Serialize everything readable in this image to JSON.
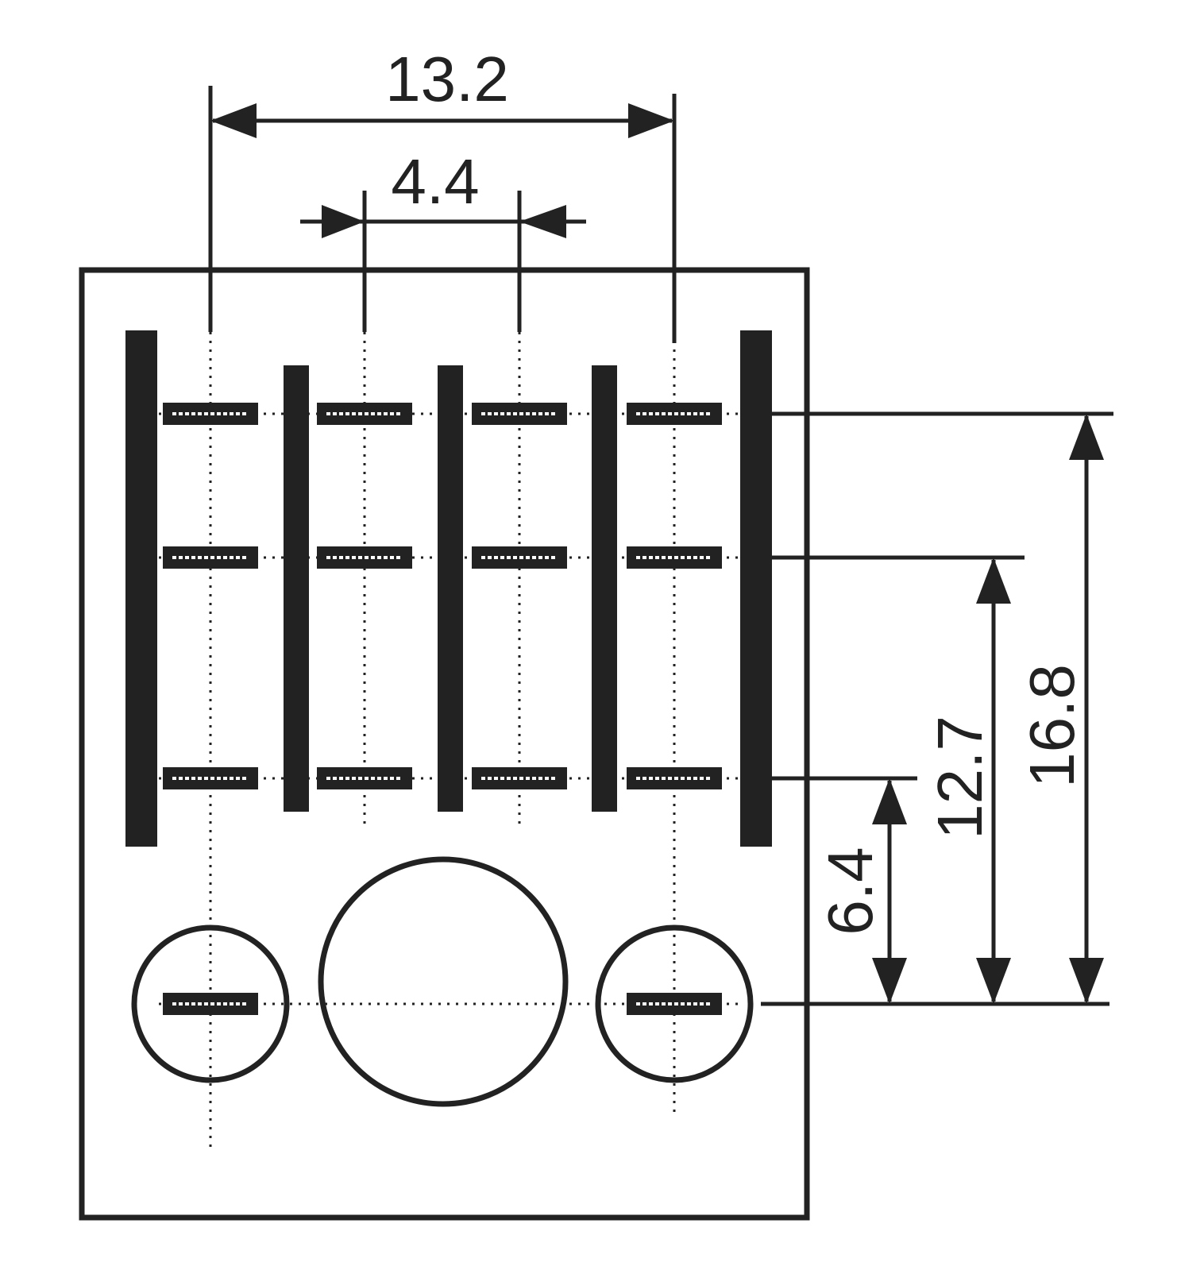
{
  "dimensions": {
    "outer_pitch": "13.2",
    "inner_pitch": "4.4",
    "height_first_row": "6.4",
    "height_second_row": "12.7",
    "height_third_row": "16.8"
  },
  "colors": {
    "ink": "#222222",
    "background": "#ffffff"
  }
}
